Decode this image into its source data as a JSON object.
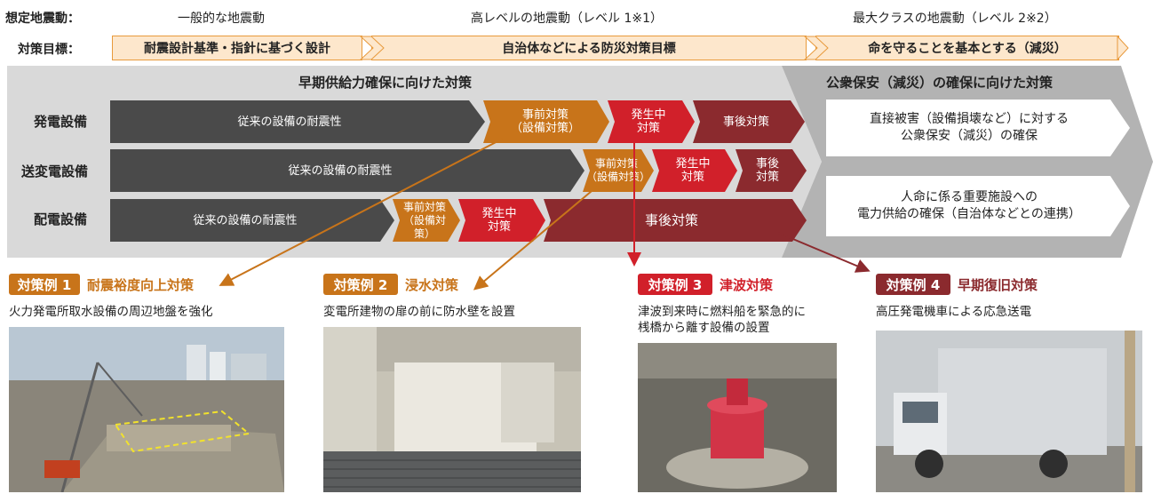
{
  "header": {
    "quake_label": "想定地震動：",
    "target_label": "対策目標：",
    "columns": [
      "一般的な地震動",
      "高レベルの地震動（レベル 1※1）",
      "最大クラスの地震動（レベル 2※2）"
    ],
    "targets": [
      "耐震設計基準・指針に基づく設計",
      "自治体などによる防災対策目標",
      "命を守ることを基本とする（減災）"
    ]
  },
  "bands": {
    "left_title": "早期供給力確保に向けた対策",
    "right_title": "公衆保安（減災）の確保に向けた対策"
  },
  "rows": [
    {
      "label": "発電設備",
      "base": "従来の設備の耐震性",
      "pre_line1": "事前対策",
      "pre_line2": "（設備対策）",
      "during_line1": "発生中",
      "during_line2": "対策",
      "after": "事後対策"
    },
    {
      "label": "送変電設備",
      "base": "従来の設備の耐震性",
      "pre_line1": "事前対策",
      "pre_line2": "（設備対策）",
      "during_line1": "発生中",
      "during_line2": "対策",
      "after_line1": "事後",
      "after_line2": "対策"
    },
    {
      "label": "配電設備",
      "base": "従来の設備の耐震性",
      "pre_line1": "事前対策",
      "pre_line2": "（設備対策）",
      "during_line1": "発生中",
      "during_line2": "対策",
      "after": "事後対策"
    }
  ],
  "right_boxes": [
    {
      "line1": "直接被害（設備損壊など）に対する",
      "line2": "公衆保安（減災）の確保"
    },
    {
      "line1": "人命に係る重要施設への",
      "line2": "電力供給の確保（自治体などとの連携）"
    }
  ],
  "examples": [
    {
      "tag": "対策例 1",
      "title": "耐震裕度向上対策",
      "desc_line1": "火力発電所取水設備の周辺地盤を強化",
      "desc_line2": "",
      "color": "#c8741a"
    },
    {
      "tag": "対策例 2",
      "title": "浸水対策",
      "desc_line1": "変電所建物の扉の前に防水壁を設置",
      "desc_line2": "",
      "color": "#c8741a"
    },
    {
      "tag": "対策例 3",
      "title": "津波対策",
      "desc_line1": "津波到来時に燃料船を緊急的に",
      "desc_line2": "桟橋から離す設備の設置",
      "color": "#d1202a"
    },
    {
      "tag": "対策例 4",
      "title": "早期復旧対策",
      "desc_line1": "高圧発電機車による応急送電",
      "desc_line2": "",
      "color": "#8b2a2e"
    }
  ],
  "colors": {
    "orange": "#c8741a",
    "red": "#d1202a",
    "maroon": "#8b2a2e",
    "dark": "#4a4a4a",
    "band": "#d9d9d9",
    "band_right": "#b3b3b3"
  }
}
